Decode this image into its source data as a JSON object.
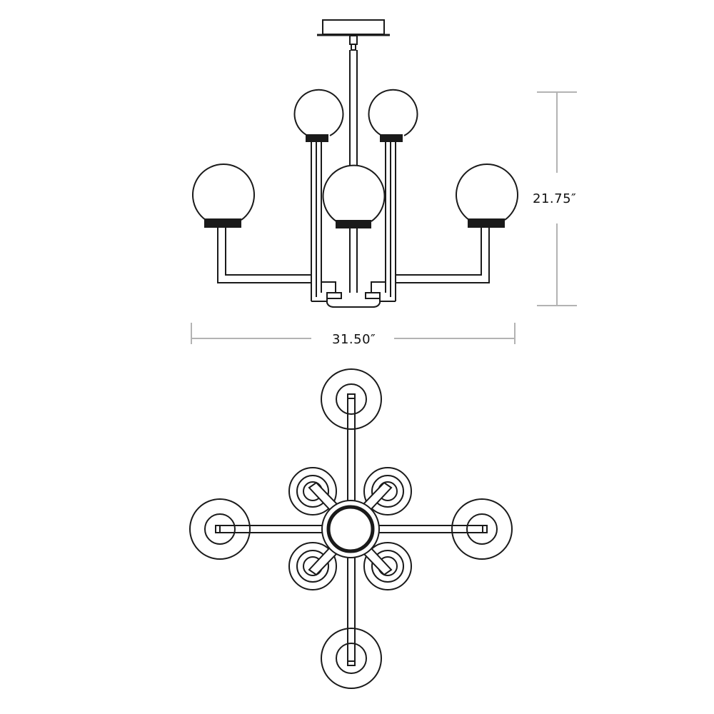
{
  "drawing": {
    "subject": "Six-light globe chandelier",
    "views": [
      {
        "name": "side-elevation",
        "globes": 5,
        "visible_in_view": [
          "canopy",
          "center stem",
          "two upper globes",
          "center globe",
          "two outer globes",
          "arms",
          "center hub"
        ]
      },
      {
        "name": "top-plan",
        "globes": 8,
        "visible_in_view": [
          "central hub",
          "four outer arm globes",
          "four inner diagonal globes"
        ]
      }
    ],
    "colors": {
      "line": "#1a1a1a",
      "dimension_line": "#b3b3b3",
      "globe_fill": "#ffffff",
      "background": "#ffffff"
    }
  },
  "dimensions": {
    "height": {
      "label": "21.75″",
      "value": 21.75,
      "unit": "in"
    },
    "width": {
      "label": "31.50″",
      "value": 31.5,
      "unit": "in"
    }
  }
}
